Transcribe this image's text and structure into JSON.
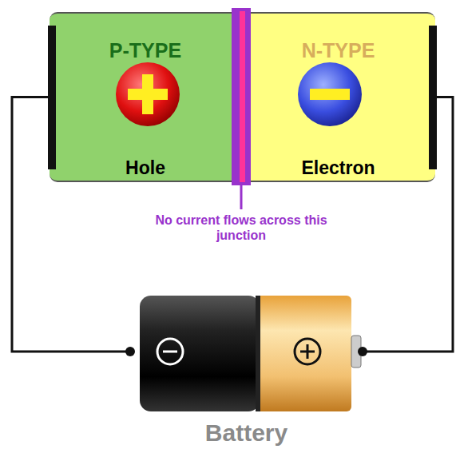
{
  "diagram": {
    "nodes": [
      {
        "text": [
          "P-TYPE",
          "Hole"
        ]
      },
      {
        "text": [
          "N-TYPE",
          "Electron"
        ]
      },
      {
        "text": [
          "Battery"
        ]
      }
    ],
    "edges": [
      {
        "from": 2,
        "to": 0,
        "arrow": "none"
      },
      {
        "from": 2,
        "to": 1,
        "arrow": "none"
      }
    ],
    "labels": [
      "No current flows across this junction"
    ]
  }
}
